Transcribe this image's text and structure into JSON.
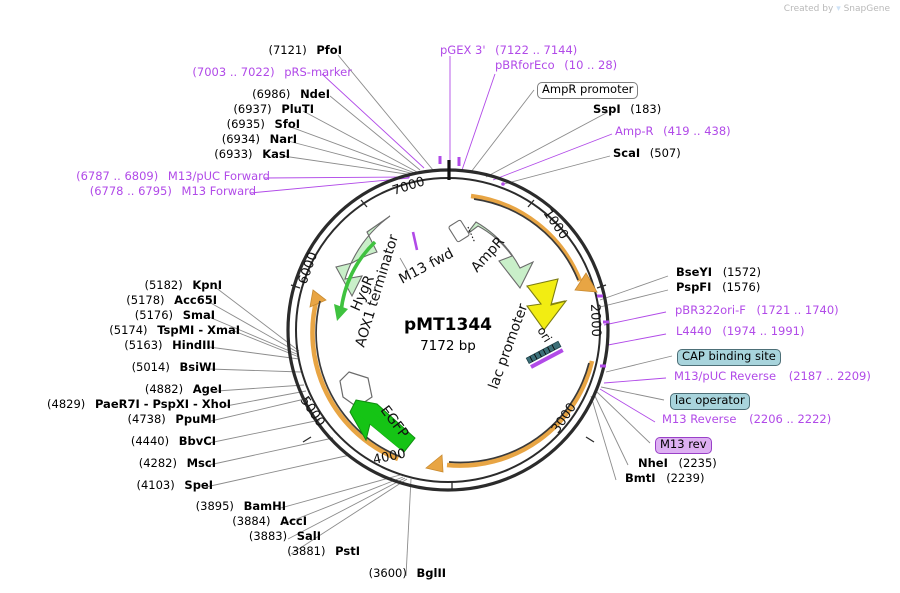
{
  "watermark": {
    "prefix": "Created by",
    "brand": "SnapGene"
  },
  "plasmid": {
    "name": "pMT1344",
    "size_label": "7172 bp",
    "length_bp": 7172,
    "tick_labels": [
      "1000",
      "2000",
      "3000",
      "4000",
      "5000",
      "6000",
      "7000"
    ],
    "backbone_color": "#2b2b2b",
    "orf_arrow_color": "#e8a544",
    "inner_features": [
      {
        "name": "AmpR",
        "color": "#c9efc9",
        "text_color": "#000000"
      },
      {
        "name": "ori",
        "color": "#f2ed12",
        "text_color": "#000000"
      },
      {
        "name": "lac promoter",
        "color": "#ffffff",
        "text_color": "#000000"
      },
      {
        "name": "EGFP",
        "color": "#15c415",
        "text_color": "#000000"
      },
      {
        "name": "AOX1 terminator",
        "color": "#ffffff",
        "text_color": "#000000"
      },
      {
        "name": "HygR",
        "color": "#c9efc9",
        "text_color": "#000000"
      },
      {
        "name": "M13 fwd",
        "color": "#ffffff",
        "text_color": "#000000"
      }
    ]
  },
  "labels": {
    "top_left": [
      {
        "kind": "enzyme",
        "pos": "(7121)",
        "name": "PfoI"
      },
      {
        "kind": "feature",
        "pos": "(7003 .. 7022)",
        "name": "pRS-marker"
      },
      {
        "kind": "enzyme",
        "pos": "(6986)",
        "name": "NdeI"
      },
      {
        "kind": "enzyme",
        "pos": "(6937)",
        "name": "PluTI"
      },
      {
        "kind": "enzyme",
        "pos": "(6935)",
        "name": "SfoI"
      },
      {
        "kind": "enzyme",
        "pos": "(6934)",
        "name": "NarI"
      },
      {
        "kind": "enzyme",
        "pos": "(6933)",
        "name": "KasI"
      },
      {
        "kind": "feature",
        "pos": "(6787 .. 6809)",
        "name": "M13/pUC Forward"
      },
      {
        "kind": "feature",
        "pos": "(6778 .. 6795)",
        "name": "M13 Forward"
      }
    ],
    "top_right": [
      {
        "kind": "feature",
        "name": "pGEX 3'",
        "pos": "(7122 .. 7144)"
      },
      {
        "kind": "feature",
        "name": "pBRforEco",
        "pos": "(10 .. 28)"
      },
      {
        "kind": "badge",
        "name": "AmpR promoter",
        "style": "plain"
      },
      {
        "kind": "enzyme",
        "name": "SspI",
        "pos": "(183)"
      },
      {
        "kind": "feature",
        "name": "Amp-R",
        "pos": "(419 .. 438)"
      },
      {
        "kind": "enzyme",
        "name": "ScaI",
        "pos": "(507)"
      }
    ],
    "right": [
      {
        "kind": "enzyme",
        "name": "BseYI",
        "pos": "(1572)"
      },
      {
        "kind": "enzyme",
        "name": "PspFI",
        "pos": "(1576)"
      },
      {
        "kind": "feature",
        "name": "pBR322ori-F",
        "pos": "(1721 .. 1740)"
      },
      {
        "kind": "feature",
        "name": "L4440",
        "pos": "(1974 .. 1991)"
      },
      {
        "kind": "badge",
        "name": "CAP binding site",
        "style": "teal"
      },
      {
        "kind": "feature",
        "name": "M13/pUC Reverse",
        "pos": "(2187 .. 2209)"
      },
      {
        "kind": "badge",
        "name": "lac operator",
        "style": "teal"
      },
      {
        "kind": "feature",
        "name": "M13 Reverse",
        "pos": "(2206 .. 2222)"
      },
      {
        "kind": "badge",
        "name": "M13 rev",
        "style": "lav"
      },
      {
        "kind": "enzyme",
        "name": "NheI",
        "pos": "(2235)"
      },
      {
        "kind": "enzyme",
        "name": "BmtI",
        "pos": "(2239)"
      }
    ],
    "left": [
      {
        "kind": "enzyme",
        "pos": "(5182)",
        "name": "KpnI"
      },
      {
        "kind": "enzyme",
        "pos": "(5178)",
        "name": "Acc65I"
      },
      {
        "kind": "enzyme",
        "pos": "(5176)",
        "name": "SmaI"
      },
      {
        "kind": "enzyme",
        "pos": "(5174)",
        "name": "TspMI - XmaI"
      },
      {
        "kind": "enzyme",
        "pos": "(5163)",
        "name": "HindIII"
      },
      {
        "kind": "enzyme",
        "pos": "(5014)",
        "name": "BsiWI"
      },
      {
        "kind": "enzyme",
        "pos": "(4882)",
        "name": "AgeI"
      },
      {
        "kind": "enzyme",
        "pos": "(4829)",
        "name": "PaeR7I - PspXI - XhoI"
      },
      {
        "kind": "enzyme",
        "pos": "(4738)",
        "name": "PpuMI"
      },
      {
        "kind": "enzyme",
        "pos": "(4440)",
        "name": "BbvCI"
      },
      {
        "kind": "enzyme",
        "pos": "(4282)",
        "name": "MscI"
      },
      {
        "kind": "enzyme",
        "pos": "(4103)",
        "name": "SpeI"
      },
      {
        "kind": "enzyme",
        "pos": "(3895)",
        "name": "BamHI"
      },
      {
        "kind": "enzyme",
        "pos": "(3884)",
        "name": "AccI"
      },
      {
        "kind": "enzyme",
        "pos": "(3883)",
        "name": "SalI"
      },
      {
        "kind": "enzyme",
        "pos": "(3881)",
        "name": "PstI"
      },
      {
        "kind": "enzyme",
        "pos": "(3600)",
        "name": "BglII"
      }
    ]
  }
}
